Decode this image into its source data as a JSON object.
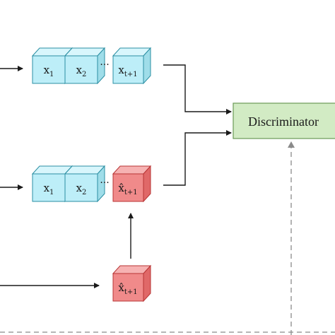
{
  "colors": {
    "real_cube": "#bdeef8",
    "real_cube_top": "#d8f6fc",
    "real_cube_side": "#9fdde9",
    "real_cube_edge": "#2b8fa3",
    "pred_cube": "#f08a8a",
    "pred_cube_top": "#f6b2b2",
    "pred_cube_side": "#e06868",
    "pred_cube_edge": "#b83434",
    "discriminator_fill": "#d2ebc4",
    "discriminator_edge": "#6a9a56",
    "arrow": "#1a1a1a",
    "dashed": "#8a8a8a"
  },
  "discriminator": {
    "label": "Discriminator"
  },
  "ellipsis": "···",
  "rows": {
    "real": {
      "cubes": [
        {
          "base": "x",
          "sub": "1"
        },
        {
          "base": "x",
          "sub": "2"
        },
        {
          "base": "x",
          "sub": "t+1"
        }
      ]
    },
    "fake": {
      "cubes": [
        {
          "base": "x",
          "sub": "1"
        },
        {
          "base": "x",
          "sub": "2"
        },
        {
          "base": "x̂",
          "sub": "t+1"
        }
      ]
    },
    "generated": {
      "cubes": [
        {
          "base": "x̂",
          "sub": "t+1"
        }
      ]
    }
  }
}
